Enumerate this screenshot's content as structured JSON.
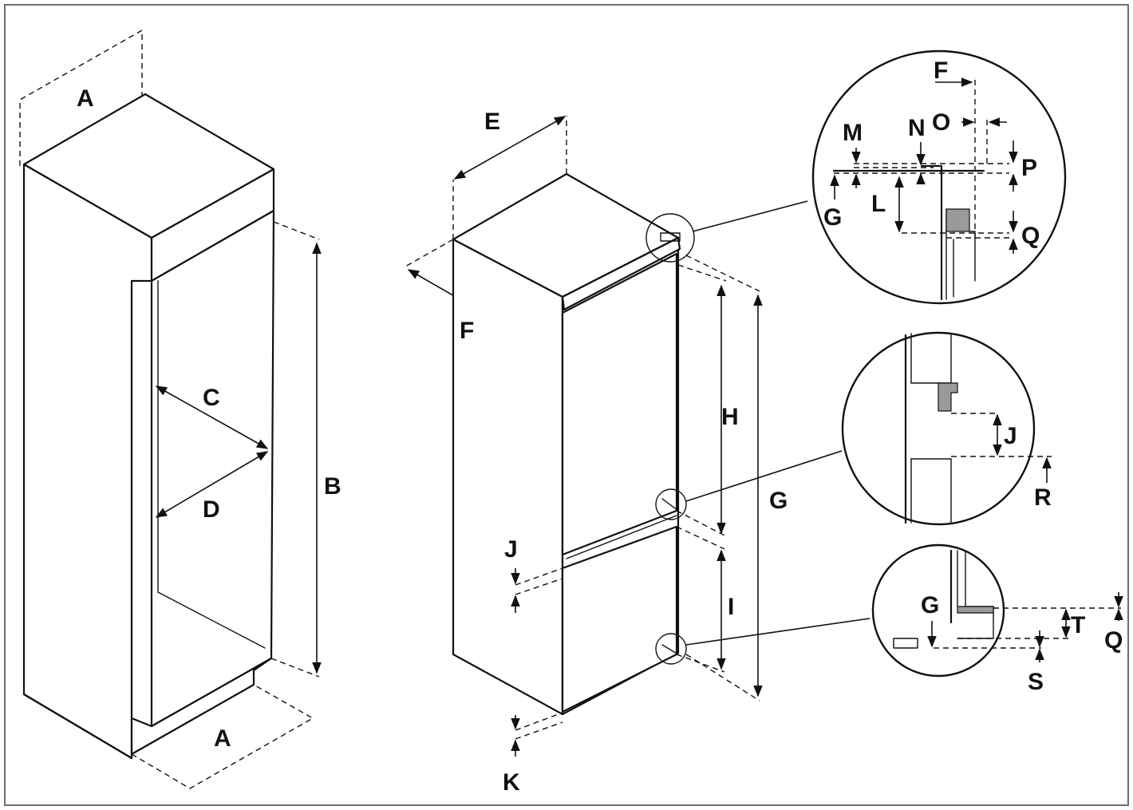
{
  "labels": {
    "cabinet": {
      "a_top": "A",
      "a_bottom": "A",
      "b": "B",
      "c": "C",
      "d": "D"
    },
    "fridge": {
      "e": "E",
      "f": "F",
      "g": "G",
      "h": "H",
      "i": "I",
      "j": "J",
      "k": "K"
    },
    "detail_top": {
      "f": "F",
      "m": "M",
      "n": "N",
      "o": "O",
      "p": "P",
      "g": "G",
      "l": "L",
      "q": "Q"
    },
    "detail_middle": {
      "j": "J",
      "r": "R"
    },
    "detail_bottom": {
      "g": "G",
      "t": "T",
      "q": "Q",
      "s": "S"
    }
  }
}
